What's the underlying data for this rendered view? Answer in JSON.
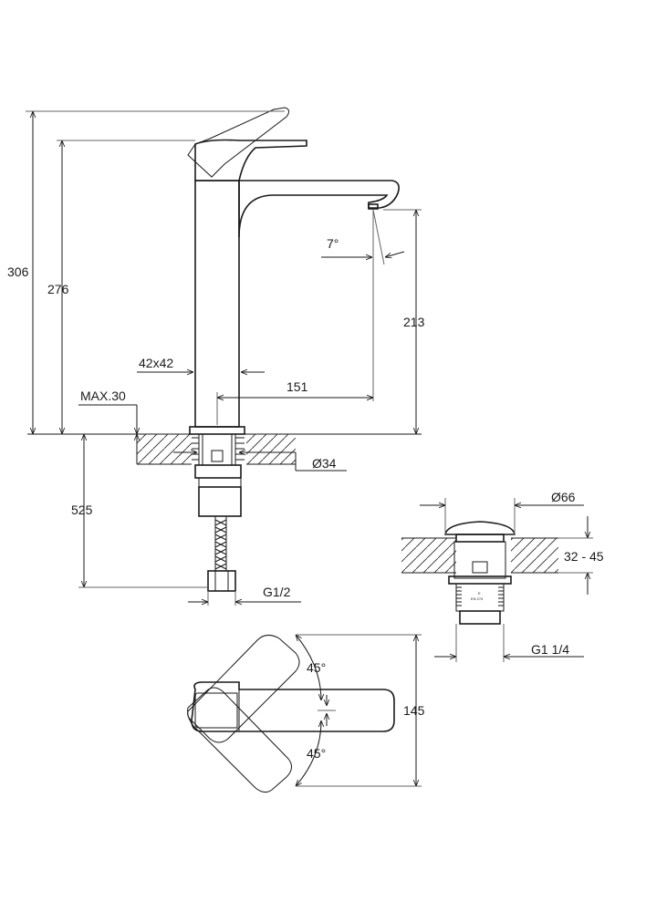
{
  "dimensions": {
    "total_height": "306",
    "spout_height": "276",
    "outlet_height": "213",
    "spout_angle": "7°",
    "body_section": "42x42",
    "projection": "151",
    "deck_max": "MAX.30",
    "thread_diameter": "Ø34",
    "hose_length": "525",
    "hose_connection": "G1/2",
    "waste_cap_diameter": "Ø66",
    "waste_deck_range": "32 - 45",
    "waste_thread": "G1 1/4",
    "handle_angle_top": "45°",
    "handle_angle_bottom": "45°",
    "top_view_depth": "145"
  },
  "waste_label": {
    "line1": "E",
    "line2": "EN 274"
  }
}
